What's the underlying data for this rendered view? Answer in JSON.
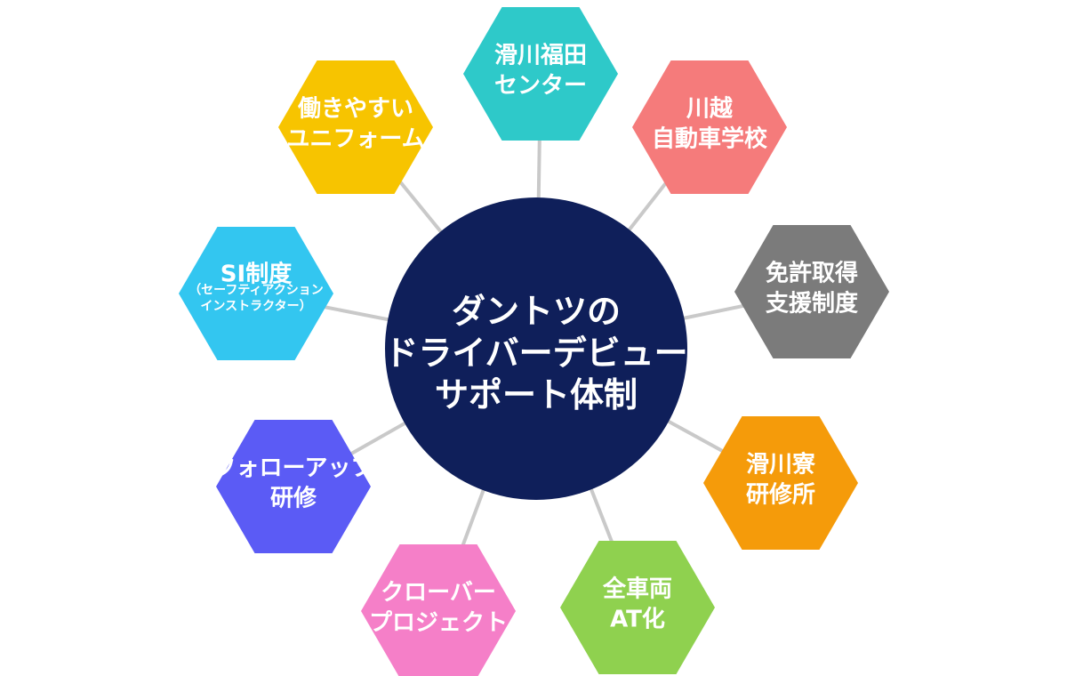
{
  "center": {
    "lines": [
      "ダントツの",
      "ドライバーデビュー",
      "サポート体制"
    ],
    "color": "#0f1f5a"
  },
  "connector_color": "#c9c9c9",
  "nodes": [
    {
      "id": "namerikawa-fukuda-center",
      "lines": [
        "滑川福田",
        "センター"
      ],
      "color": "#2ec9c9"
    },
    {
      "id": "kawagoe-driving-school",
      "lines": [
        "川越",
        "自動車学校"
      ],
      "color": "#f57b7b"
    },
    {
      "id": "license-support",
      "lines": [
        "免許取得",
        "支援制度"
      ],
      "color": "#7b7b7b"
    },
    {
      "id": "namerikawa-dorm-training",
      "lines": [
        "滑川寮",
        "研修所"
      ],
      "color": "#f59b0a"
    },
    {
      "id": "all-vehicles-at",
      "lines": [
        "全車両",
        "AT化"
      ],
      "color": "#8fd14f"
    },
    {
      "id": "clover-project",
      "lines": [
        "クローバー",
        "プロジェクト"
      ],
      "color": "#f57fc8"
    },
    {
      "id": "follow-up-training",
      "lines": [
        "フォローアップ",
        "研修"
      ],
      "color": "#5b5bf5"
    },
    {
      "id": "si-system",
      "lines": [
        "SI制度"
      ],
      "sublines": [
        "（セーフティアクション",
        "インストラクター）"
      ],
      "color": "#33c6f0"
    },
    {
      "id": "comfortable-uniform",
      "lines": [
        "働きやすい",
        "ユニフォーム"
      ],
      "color": "#f7c400"
    }
  ]
}
